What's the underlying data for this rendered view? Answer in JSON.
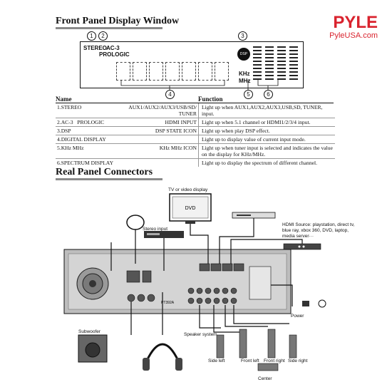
{
  "front_section": {
    "title": "Front Panel Display Window"
  },
  "logo": {
    "brand": "PYLE",
    "site": "PyleUSA.com"
  },
  "display": {
    "stereo": "STEREO",
    "ac3": "AC-3",
    "prologic": "PROLOGIC",
    "khz": "KHz",
    "mhz": "MHz",
    "dsp": "DSP",
    "callouts": [
      "1",
      "2",
      "3",
      "4",
      "5",
      "6"
    ]
  },
  "table": {
    "name_header": "Name",
    "function_header": "Function",
    "rows": [
      {
        "name": "1.STEREO",
        "value": "AUX1/AUX2/AUX3/USB/SD/ TUNER",
        "function": "Light up when AUX1,AUX2,AUX3,USB,SD, TUNER, input."
      },
      {
        "name": "2.AC-3   PROLOGIC",
        "value": "HDMI INPUT",
        "function": "Light up when 5.1 channel or HDMI1/2/3/4 input."
      },
      {
        "name": "3.DSP",
        "value": "DSP STATE ICON",
        "function": "Light up when play DSP effect."
      },
      {
        "name": "4.DIGITAL DISPLAY",
        "value": "",
        "function": "Light up to display value of current input mode."
      },
      {
        "name": "5.KHz MHz",
        "value": "KHz MHz ICON",
        "function": "Light up when tuner input is selected and indicates the value on the display for KHz/MHz."
      },
      {
        "name": "6.SPECTRUM DISPLAY",
        "value": "",
        "function": "Light up to display the spectrum of different channel."
      }
    ]
  },
  "rear_section": {
    "title": "Real Panel Connectors"
  },
  "diagram": {
    "tv_label": "TV or video display",
    "dvd_label": "DVD",
    "stereo_input": "Stereo input",
    "hdmi_source": "HDMI Source: playstation, direct tv, blue ray, xbox 360, DVD, laptop, media server···",
    "power": "Power",
    "subwoofer": "Subwoofer",
    "speaker_system": "Speaker system",
    "side_left": "Side left",
    "front_left": "Front left",
    "front_right": "Front right",
    "side_right": "Side right",
    "center": "Center",
    "model": "PT392A"
  }
}
